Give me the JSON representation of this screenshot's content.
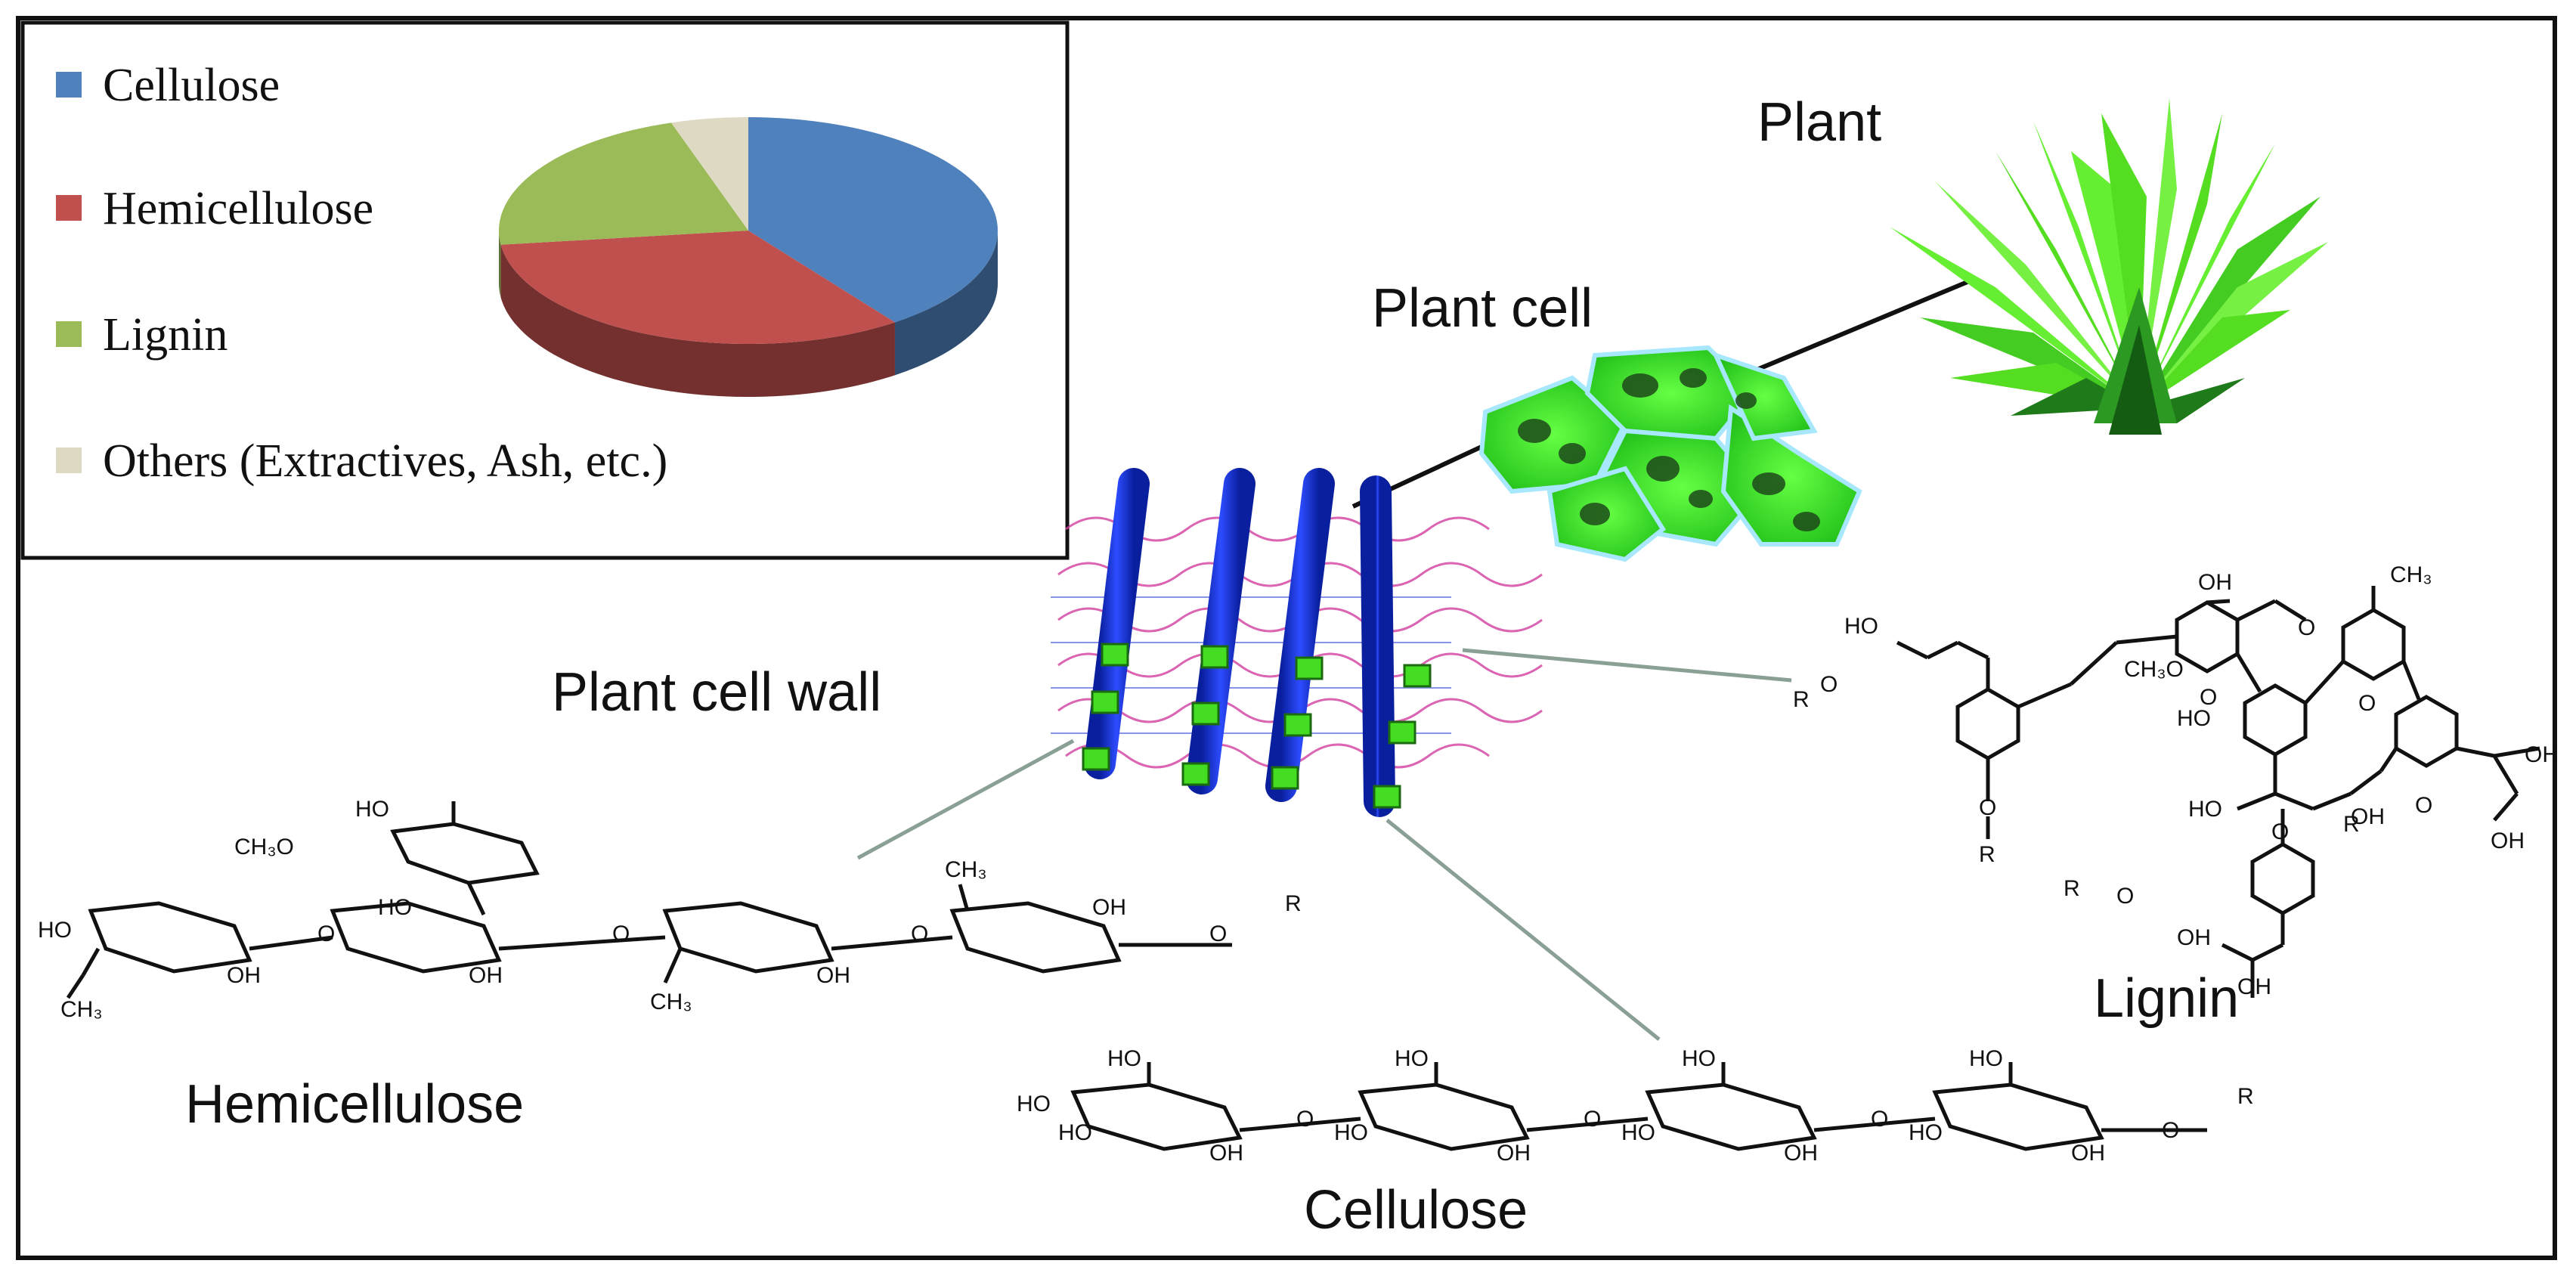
{
  "legend": {
    "items": [
      {
        "label": "Cellulose",
        "color": "#4f81bd"
      },
      {
        "label": "Hemicellulose",
        "color": "#c0504d"
      },
      {
        "label": "Lignin",
        "color": "#9bbb59"
      },
      {
        "label": "Others (Extractives, Ash, etc.)",
        "color": "#ddd9c3"
      }
    ]
  },
  "chart_data": {
    "type": "pie",
    "categories": [
      "Cellulose",
      "Hemicellulose",
      "Lignin",
      "Others (Extractives, Ash, etc.)"
    ],
    "values": [
      40,
      33,
      22,
      5
    ],
    "colors": [
      "#4f81bd",
      "#c0504d",
      "#9bbb59",
      "#ddd9c3"
    ],
    "style": "3d"
  },
  "labels": {
    "plant": "Plant",
    "plant_cell": "Plant cell",
    "plant_cell_wall": "Plant cell wall",
    "lignin": "Lignin",
    "hemicellulose": "Hemicellulose",
    "cellulose": "Cellulose"
  },
  "chem": {
    "ho": "HO",
    "oh": "OH",
    "o": "O",
    "r": "R",
    "ch3": "CH₃",
    "ch3o": "CH₃O"
  }
}
